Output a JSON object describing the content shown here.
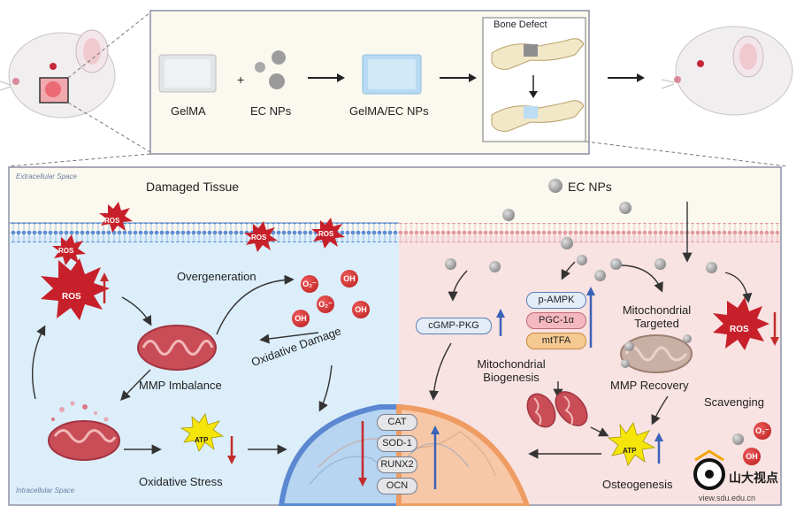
{
  "top_panel": {
    "gelma": "GelMA",
    "plus": "+",
    "ec_nps": "EC NPs",
    "gelma_ec_nps": "GelMA/EC NPs",
    "bone_defect": "Bone Defect"
  },
  "main_panel": {
    "extracellular_space": "Extracellular Space",
    "intracellular_space": "Intracellular Space",
    "damaged_tissue": "Damaged Tissue",
    "ec_nps_legend": "EC NPs",
    "ros": "ROS",
    "overgeneration": "Overgeneration",
    "oxidative_damage": "Oxidative Damage",
    "mmp_imbalance": "MMP Imbalance",
    "oxidative_stress": "Oxidative Stress",
    "atp": "ATP",
    "o2": "O₂⁻",
    "oh": "OH",
    "nucleus_markers": [
      "CAT",
      "SOD-1",
      "RUNX2",
      "OCN"
    ],
    "cgmp_pkg": "cGMP-PKG",
    "biogenesis_markers": [
      "p-AMPK",
      "PGC-1α",
      "mtTFA"
    ],
    "mitochondrial_biogenesis": "Mitochondrial Biogenesis",
    "mitochondrial_targeted": "Mitochondrial Targeted",
    "mmp_recovery": "MMP Recovery",
    "osteogenesis": "Osteogenesis",
    "scavenging": "Scavenging"
  },
  "watermark": {
    "brand": "山大视点",
    "url": "view.sdu.edu.cn"
  },
  "colors": {
    "left_bg": "#e3f1fa",
    "right_bg": "#f8e3e3",
    "up_arrow": "#3a63b8",
    "down_arrow": "#c22b2b",
    "ros_star": "#c8202a",
    "atp_star": "#f5e50a"
  }
}
